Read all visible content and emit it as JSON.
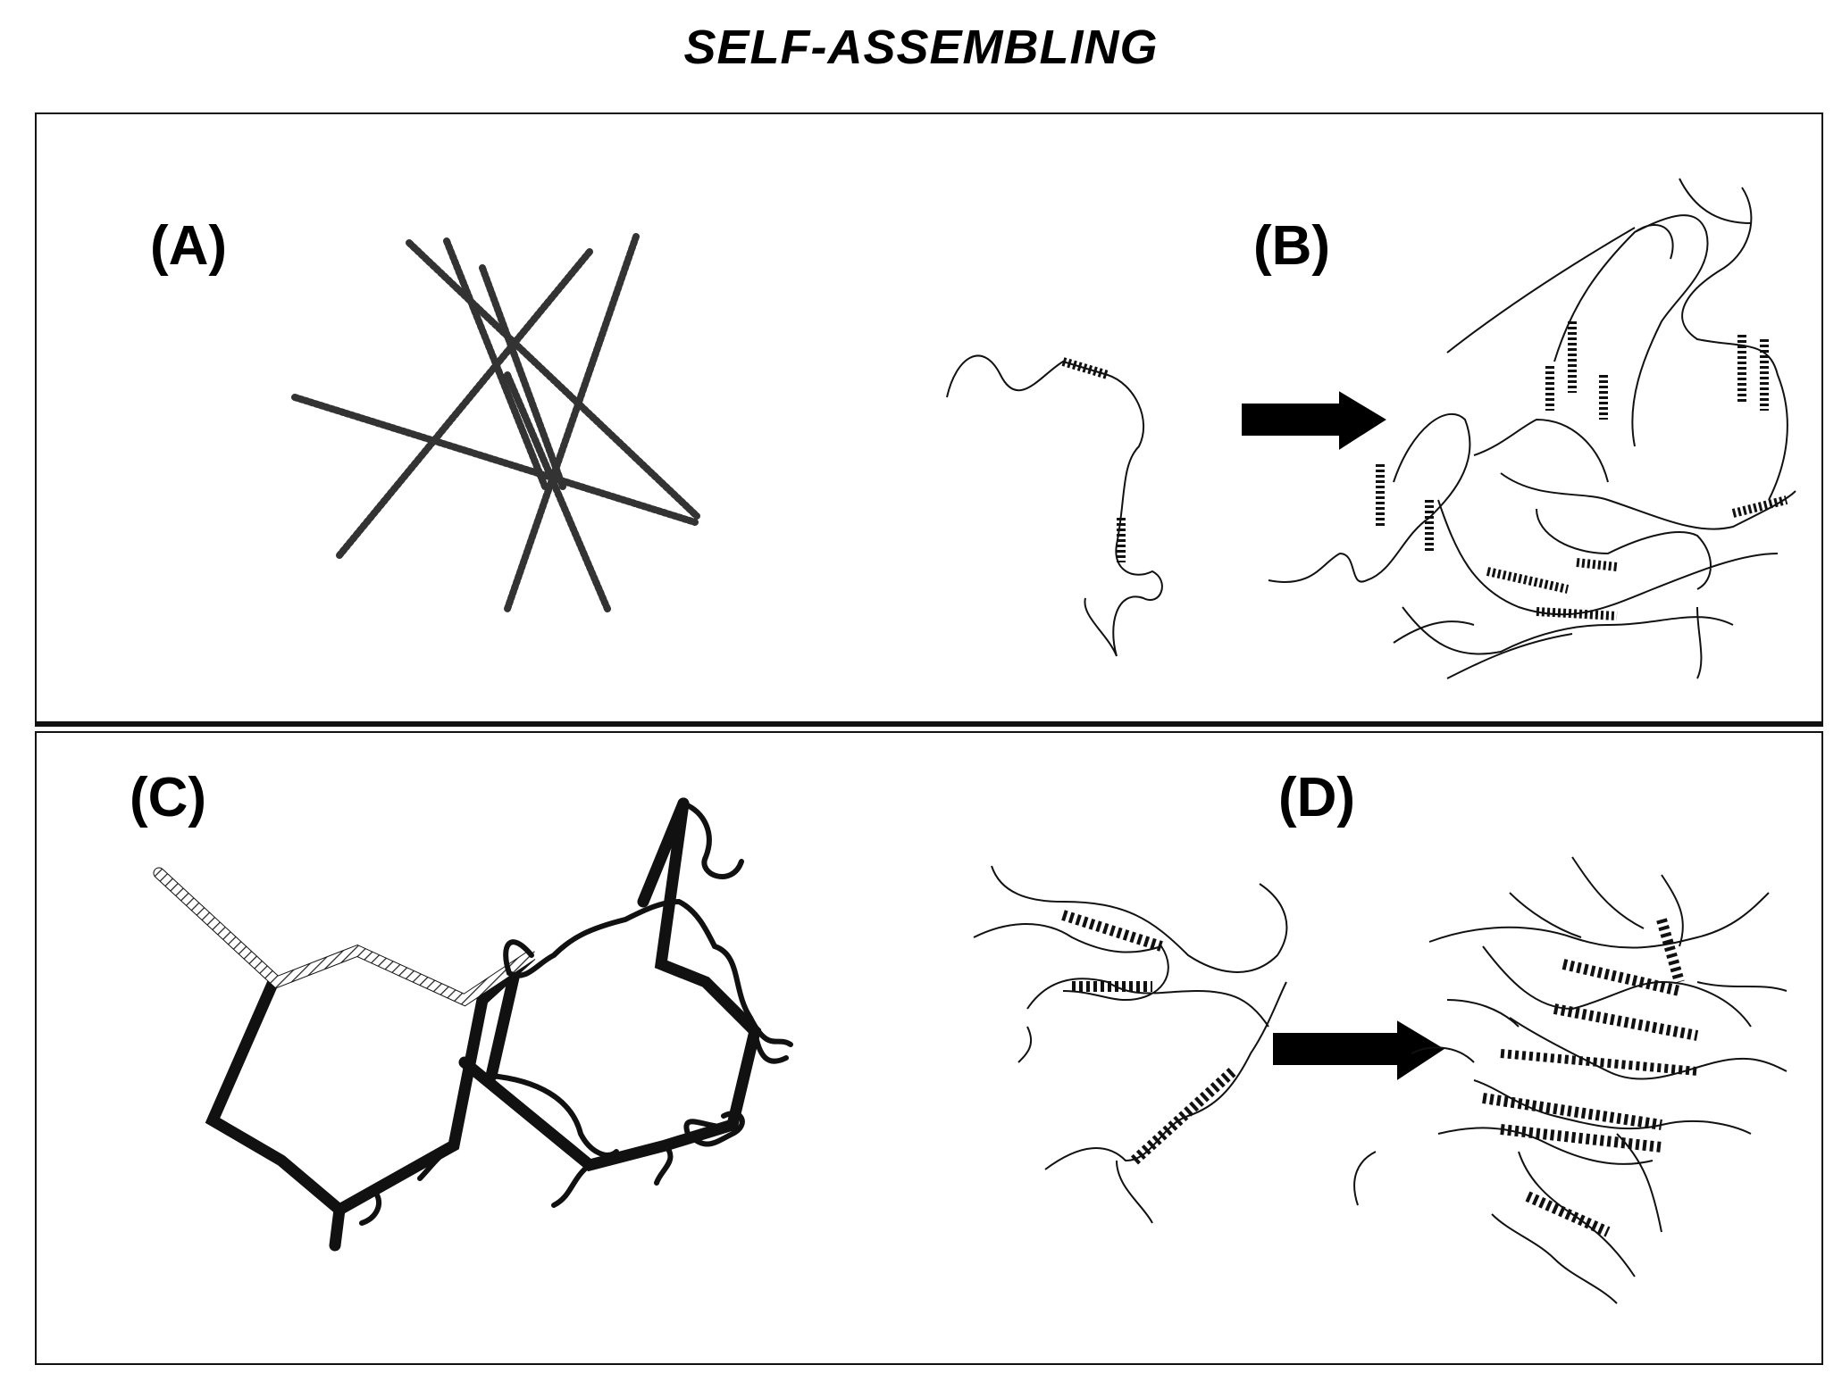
{
  "title": "SELF-ASSEMBLING",
  "panels": [
    {
      "id": "A",
      "label": "(A)"
    },
    {
      "id": "B",
      "label": "(B)"
    },
    {
      "id": "C",
      "label": "(C)"
    },
    {
      "id": "D",
      "label": "(D)"
    }
  ],
  "colors": {
    "ink": "#111111",
    "frame": "#111111",
    "background": "#ffffff"
  }
}
